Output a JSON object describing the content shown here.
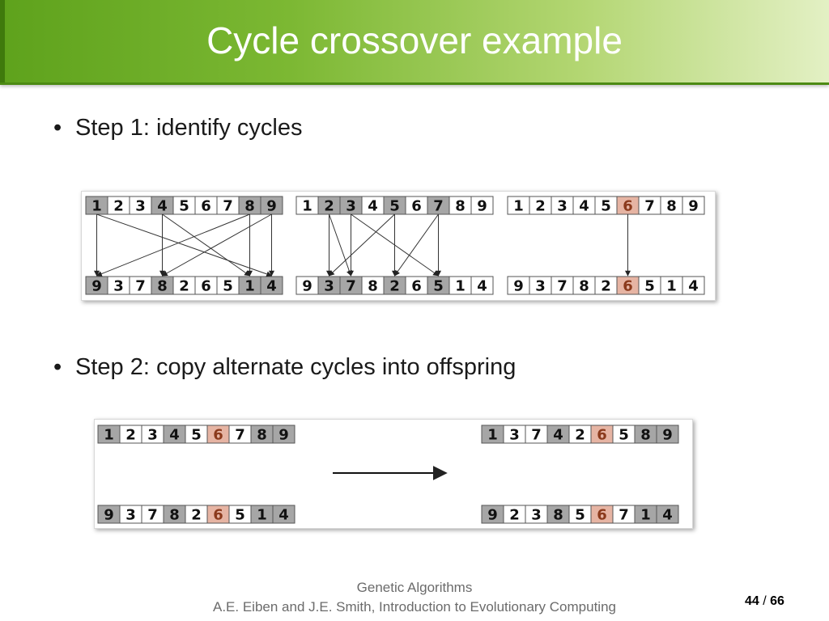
{
  "slide": {
    "title": "Cycle crossover example",
    "bullets": [
      "Step 1: identify cycles",
      "Step 2: copy alternate cycles into offspring"
    ],
    "footer_line1": "Genetic Algorithms",
    "footer_line2": "A.E. Eiben and J.E. Smith, Introduction to Evolutionary Computing",
    "page_current": "44",
    "page_separator": "/",
    "page_total": "66"
  },
  "diagram": {
    "step1": {
      "parent1": [
        "1",
        "2",
        "3",
        "4",
        "5",
        "6",
        "7",
        "8",
        "9"
      ],
      "parent2": [
        "9",
        "3",
        "7",
        "8",
        "2",
        "6",
        "5",
        "1",
        "4"
      ],
      "cycles": [
        {
          "highlight_p1": [
            0,
            3,
            7,
            8
          ],
          "highlight_p2": [
            0,
            3,
            7,
            8
          ],
          "note": "first cycle"
        },
        {
          "highlight_p1": [
            1,
            2,
            4,
            6
          ],
          "highlight_p2": [
            1,
            2,
            4,
            6
          ],
          "note": "second cycle"
        },
        {
          "highlight_p1": [
            5
          ],
          "highlight_p2": [
            5
          ],
          "note": "third cycle"
        }
      ]
    },
    "step2": {
      "parent1": [
        "1",
        "2",
        "3",
        "4",
        "5",
        "6",
        "7",
        "8",
        "9"
      ],
      "parent2": [
        "9",
        "3",
        "7",
        "8",
        "2",
        "6",
        "5",
        "1",
        "4"
      ],
      "offspring1": [
        "1",
        "3",
        "7",
        "4",
        "2",
        "6",
        "5",
        "8",
        "9"
      ],
      "offspring2": [
        "9",
        "2",
        "3",
        "8",
        "5",
        "6",
        "7",
        "1",
        "4"
      ]
    },
    "colors": {
      "gray_cell": "#a6a6a6",
      "white_cell": "#ffffff",
      "highlight_cell": "#e6b4a3",
      "highlight_text": "#8b3a1c"
    }
  }
}
